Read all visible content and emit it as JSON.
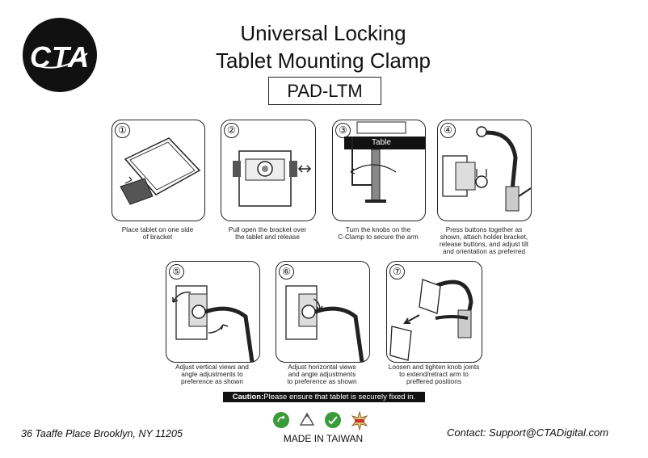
{
  "header": {
    "logo_text": "CTA",
    "title_line1": "Universal Locking",
    "title_line2": "Tablet Mounting Clamp",
    "model": "PAD-LTM"
  },
  "steps": [
    {
      "number": "①",
      "caption1": "Place tablet on one side",
      "caption2": "of bracket",
      "caption3": "",
      "caption4": ""
    },
    {
      "number": "②",
      "caption1": "Pull open the bracket over",
      "caption2": "the tablet and release",
      "caption3": "",
      "caption4": ""
    },
    {
      "number": "③",
      "caption1": "Turn the knobs on the",
      "caption2": "C-Clamp to secure the arm",
      "caption3": "",
      "caption4": "",
      "table_label": "Table"
    },
    {
      "number": "④",
      "caption1": "Press buttons together as",
      "caption2": "shown, attach holder bracket,",
      "caption3": "release buttons, and adjust tilt",
      "caption4": "and orientation as preferred"
    },
    {
      "number": "⑤",
      "caption1": "Adjust vertical views and",
      "caption2": "angle adjustments to",
      "caption3": "preference as shown",
      "caption4": ""
    },
    {
      "number": "⑥",
      "caption1": "Adjust horizontal views",
      "caption2": "and angle adjustments",
      "caption3": "to preference as shown",
      "caption4": ""
    },
    {
      "number": "⑦",
      "caption1": "Loosen and tighten knob joints",
      "caption2": "to extend/retract arm to",
      "caption3": "preffered positions",
      "caption4": ""
    }
  ],
  "caution": {
    "label": "Caution:",
    "text": "Please ensure that tablet is securely fixed in."
  },
  "footer": {
    "address": "36 Taaffe Place Brooklyn, NY 11205",
    "made_in": "MADE IN TAIWAN",
    "contact": "Contact: Support@CTADigital.com"
  },
  "badges": [
    "recycle-green-icon",
    "recycle-outline-icon",
    "rohs-icon",
    "quality-seal-icon"
  ],
  "colors": {
    "accent": "#111111",
    "green": "#3b9a3b",
    "seal": "#c0392b"
  }
}
